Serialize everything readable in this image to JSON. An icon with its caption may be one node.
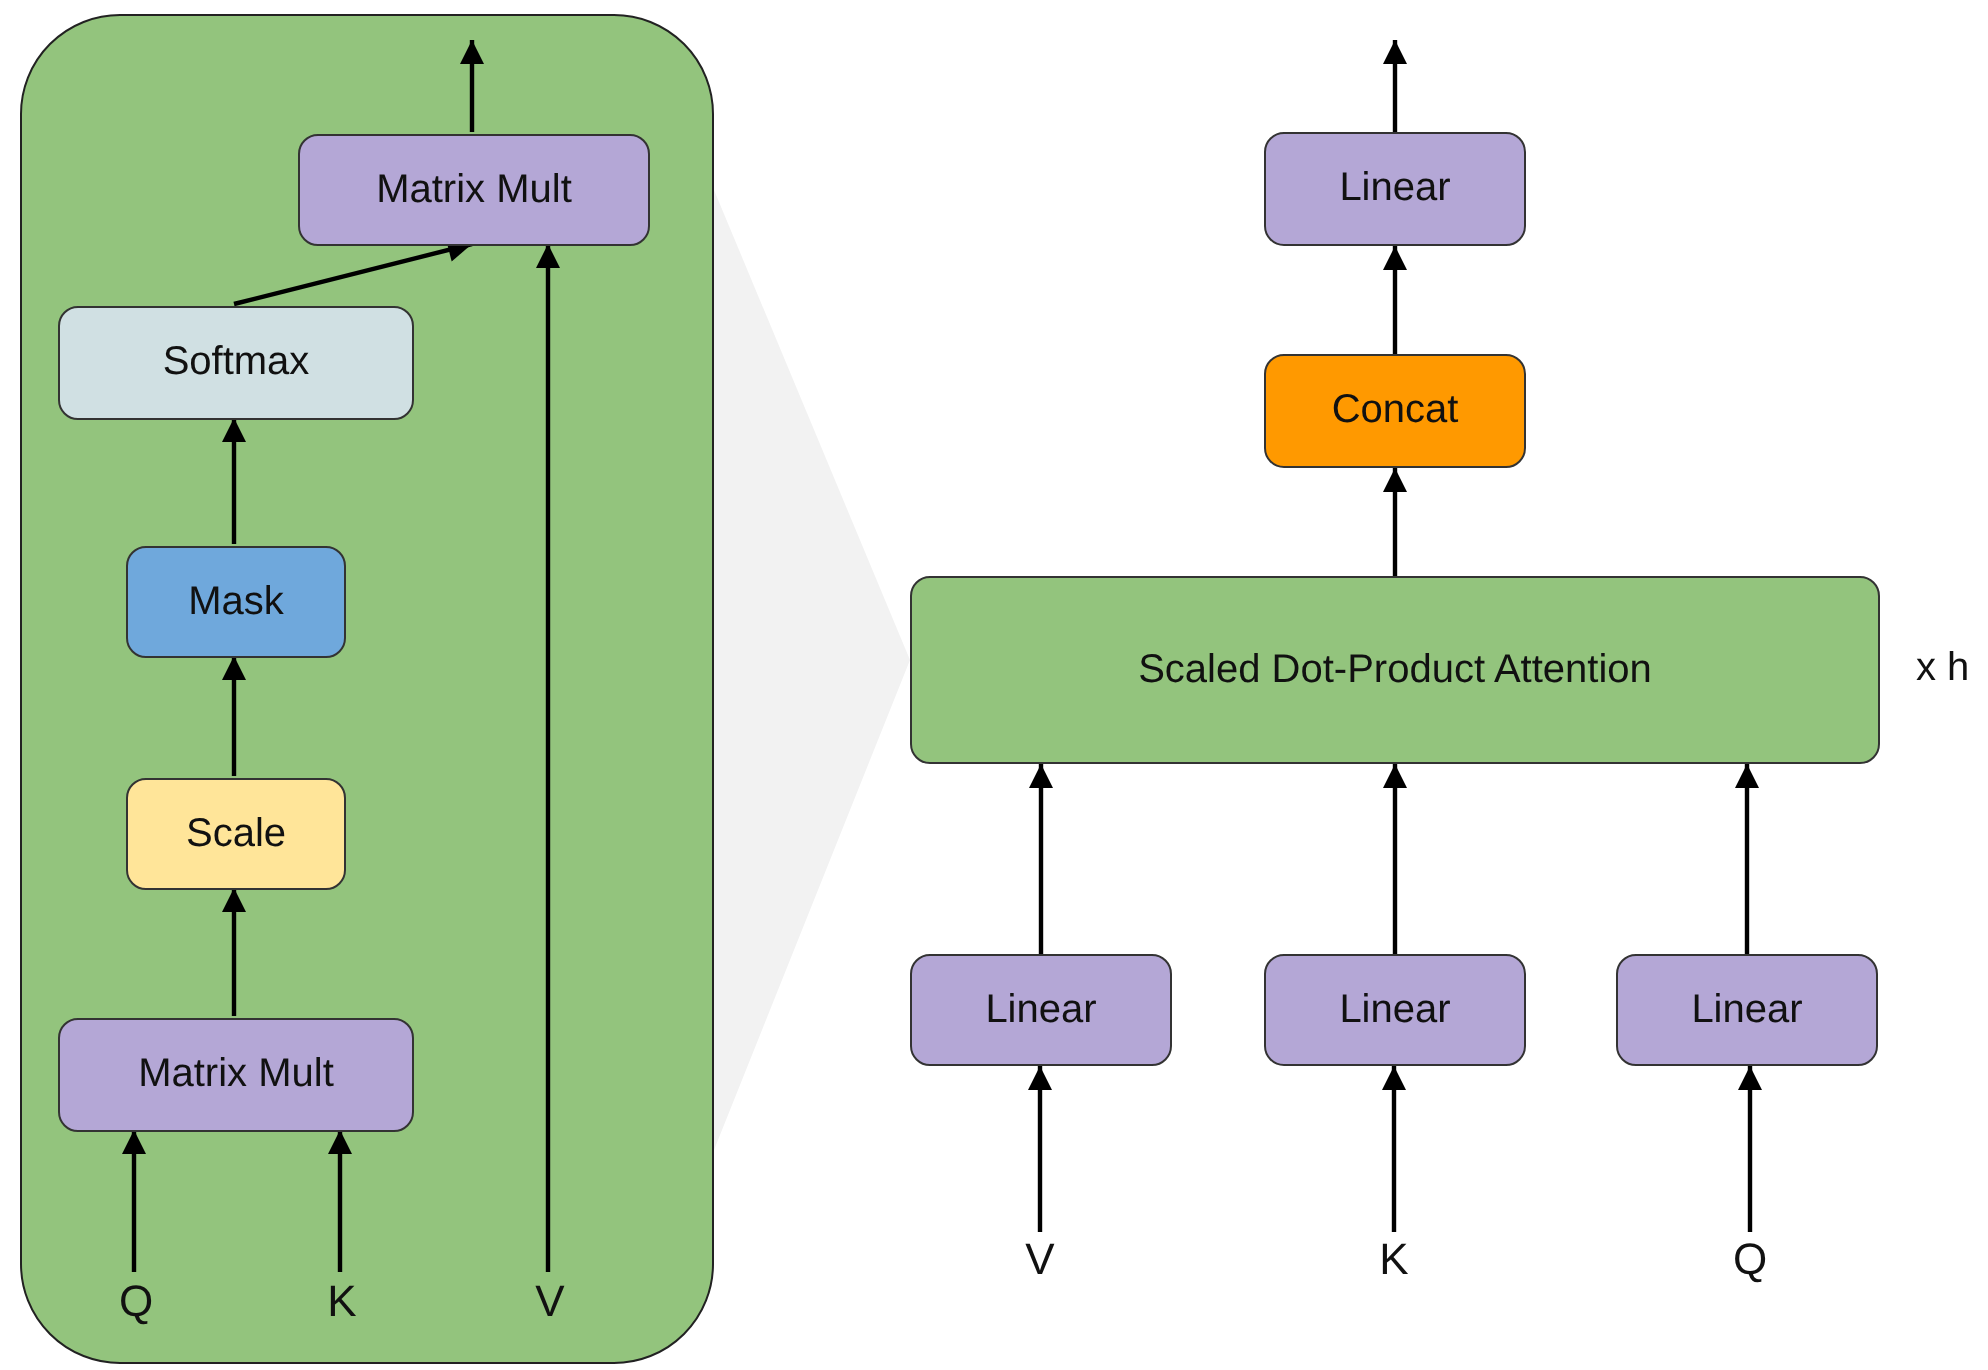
{
  "diagram": {
    "nodes": [
      {
        "text": [],
        "shape": "box"
      },
      {
        "text": [
          "Matrix Mult"
        ],
        "in": 0
      },
      {
        "text": [
          "Softmax"
        ],
        "in": 0
      },
      {
        "text": [
          "Mask"
        ],
        "in": 0
      },
      {
        "text": [
          "Scale"
        ],
        "in": 0
      },
      {
        "text": [
          "Matrix Mult"
        ],
        "in": 0
      },
      {
        "text": [
          "Q"
        ],
        "in": 0
      },
      {
        "text": [
          "K"
        ],
        "in": 0
      },
      {
        "text": [
          "V"
        ],
        "in": 0
      },
      {
        "text": [
          "Linear"
        ]
      },
      {
        "text": [
          "Concat"
        ]
      },
      {
        "text": [
          "Scaled Dot-Product Attention"
        ],
        "beside": [
          "x h"
        ]
      },
      {
        "text": [
          "Linear"
        ]
      },
      {
        "text": [
          "Linear"
        ]
      },
      {
        "text": [
          "Linear"
        ]
      },
      {
        "text": [
          "V"
        ]
      },
      {
        "text": [
          "K"
        ]
      },
      {
        "text": [
          "Q"
        ]
      }
    ],
    "edges": [
      {
        "from": 1,
        "to": null,
        "arrow": "to"
      },
      {
        "from": 2,
        "to": 1,
        "arrow": "to"
      },
      {
        "from": 3,
        "to": 2,
        "arrow": "to"
      },
      {
        "from": 4,
        "to": 3,
        "arrow": "to"
      },
      {
        "from": 5,
        "to": 4,
        "arrow": "to"
      },
      {
        "from": 6,
        "to": 5,
        "arrow": "to"
      },
      {
        "from": 7,
        "to": 5,
        "arrow": "to"
      },
      {
        "from": 8,
        "to": 1,
        "arrow": "to"
      },
      {
        "from": 9,
        "to": null,
        "arrow": "to"
      },
      {
        "from": 10,
        "to": 9,
        "arrow": "to"
      },
      {
        "from": 11,
        "to": 10,
        "arrow": "to"
      },
      {
        "from": 12,
        "to": 11,
        "arrow": "to"
      },
      {
        "from": 13,
        "to": 11,
        "arrow": "to"
      },
      {
        "from": 14,
        "to": 11,
        "arrow": "to"
      },
      {
        "from": 15,
        "to": 12,
        "arrow": "to"
      },
      {
        "from": 16,
        "to": 13,
        "arrow": "to"
      },
      {
        "from": 17,
        "to": 14,
        "arrow": "to"
      }
    ]
  }
}
